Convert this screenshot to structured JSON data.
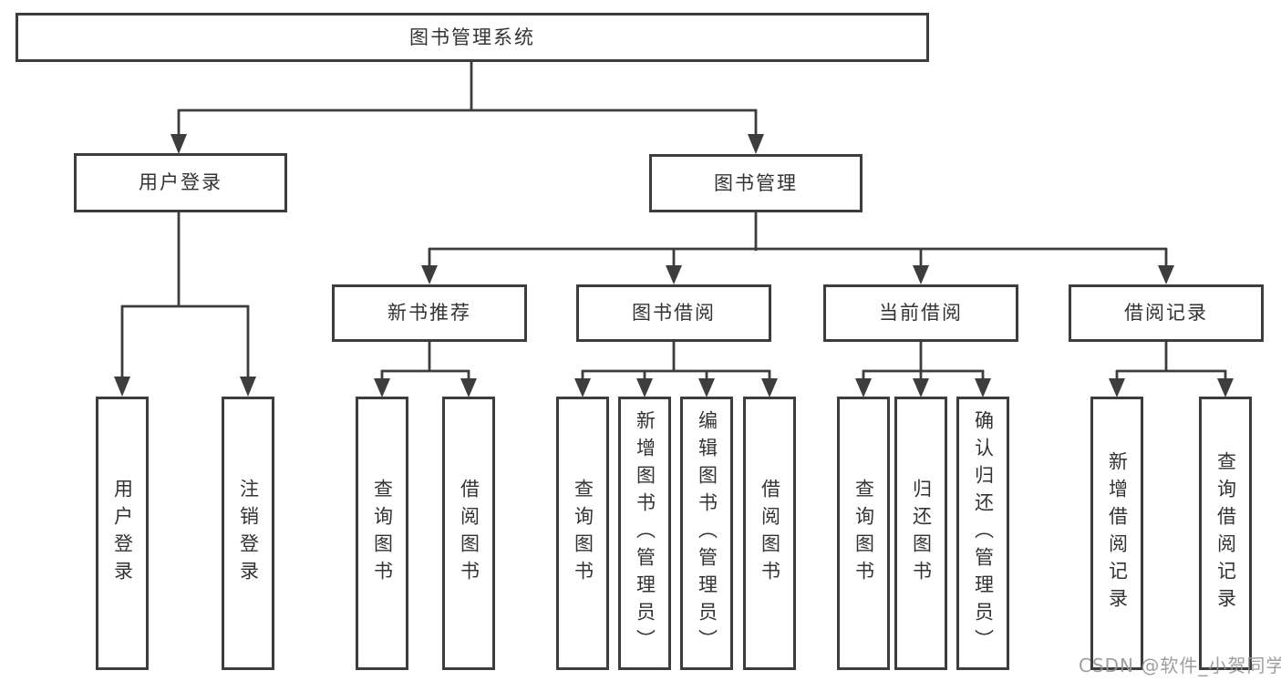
{
  "diagram": {
    "root": "图书管理系统",
    "branches": [
      {
        "label": "用户登录",
        "children": [
          "用户登录",
          "注销登录"
        ]
      },
      {
        "label": "图书管理",
        "groups": [
          {
            "label": "新书推荐",
            "children": [
              "查询图书",
              "借阅图书"
            ]
          },
          {
            "label": "图书借阅",
            "children": [
              "查询图书",
              "新增图书（管理员）",
              "编辑图书（管理员）",
              "借阅图书"
            ]
          },
          {
            "label": "当前借阅",
            "children": [
              "查询图书",
              "归还图书",
              "确认归还（管理员）"
            ]
          },
          {
            "label": "借阅记录",
            "children": [
              "新增借阅记录",
              "查询借阅记录"
            ]
          }
        ]
      }
    ],
    "watermark": "CSDN @软件_小贺同学",
    "colors": {
      "line": "#3d3d3d",
      "text": "#333333",
      "watermark": "#949494",
      "background": "#ffffff"
    }
  }
}
